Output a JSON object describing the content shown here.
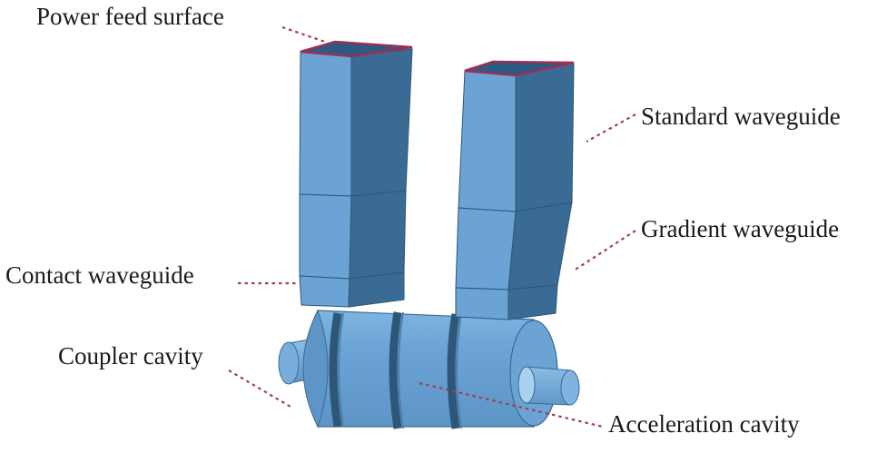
{
  "labels": {
    "power_feed_surface": "Power feed surface",
    "standard_waveguide": "Standard waveguide",
    "gradient_waveguide": "Gradient waveguide",
    "contact_waveguide": "Contact waveguide",
    "coupler_cavity": "Coupler cavity",
    "acceleration_cavity": "Acceleration cavity"
  },
  "colors": {
    "face_light": "#6aa3d4",
    "face_dark": "#3a6b95",
    "face_darker": "#2e5777",
    "cavity_main": "#6ea6d6",
    "cavity_shade": "#3f74a2",
    "feed_surface_edge": "#9b2f55",
    "leader_line": "#a0424a"
  }
}
